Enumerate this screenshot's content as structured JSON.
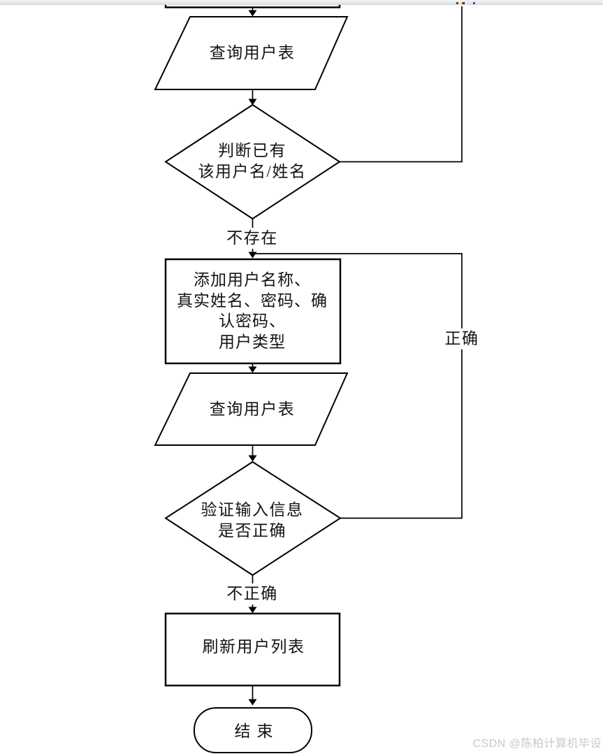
{
  "page": {
    "background": "#ffffff",
    "top_band_color": "#e8e8e8",
    "line_color": "#000000",
    "text_color": "#141414"
  },
  "flowchart": {
    "nodes": {
      "query_user_table_1": {
        "type": "io",
        "label": "查询用户表"
      },
      "check_existing": {
        "type": "decision",
        "lines": [
          "判断已有",
          "该用户名/姓名"
        ]
      },
      "add_user": {
        "type": "process",
        "lines": [
          "添加用户名称、",
          "真实姓名、密码、确",
          "认密码、",
          "用户类型"
        ]
      },
      "query_user_table_2": {
        "type": "io",
        "label": "查询用户表"
      },
      "verify_input": {
        "type": "decision",
        "lines": [
          "验证输入信息",
          "是否正确"
        ]
      },
      "refresh_user_list": {
        "type": "process",
        "label": "刷新用户列表"
      },
      "end": {
        "type": "terminator",
        "label": "结束"
      }
    },
    "edge_labels": {
      "not_exists": "不存在",
      "correct": "正确",
      "incorrect": "不正确"
    }
  },
  "watermark": {
    "text": "CSDN @陈柏计算机毕设",
    "color": "#c9c9c9"
  }
}
